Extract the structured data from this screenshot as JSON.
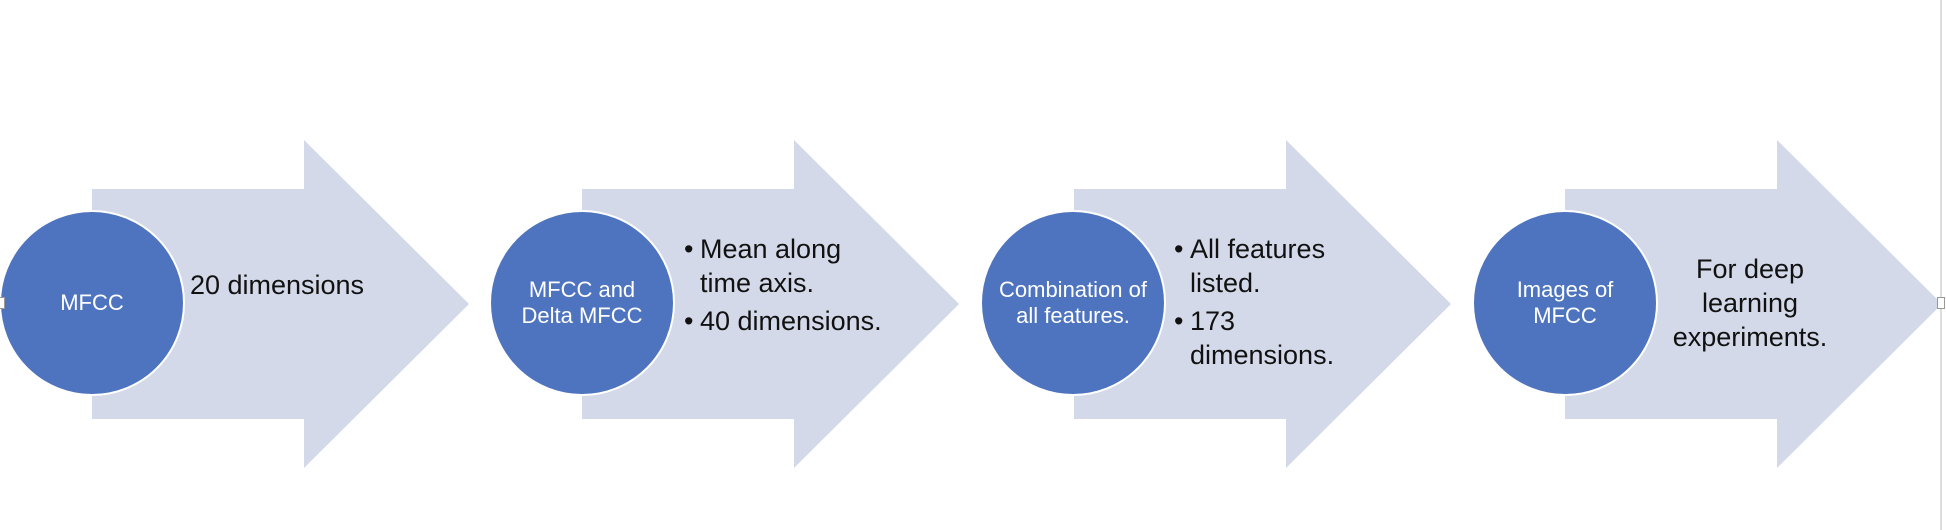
{
  "diagram": {
    "colors": {
      "arrow": "#D3D9E8",
      "circle": "#4E74BF",
      "circle_text": "#FFFFFF",
      "desc_text": "#111111"
    },
    "steps": [
      {
        "circle_label": "MFCC",
        "description": "20 dimensions"
      },
      {
        "circle_label": "MFCC and Delta MFCC",
        "bullets": [
          "Mean along time axis.",
          "40 dimensions."
        ]
      },
      {
        "circle_label": "Combination of all features.",
        "bullets": [
          "All features listed.",
          "173 dimensions."
        ]
      },
      {
        "circle_label": "Images of MFCC",
        "description": "For deep learning experiments."
      }
    ]
  }
}
